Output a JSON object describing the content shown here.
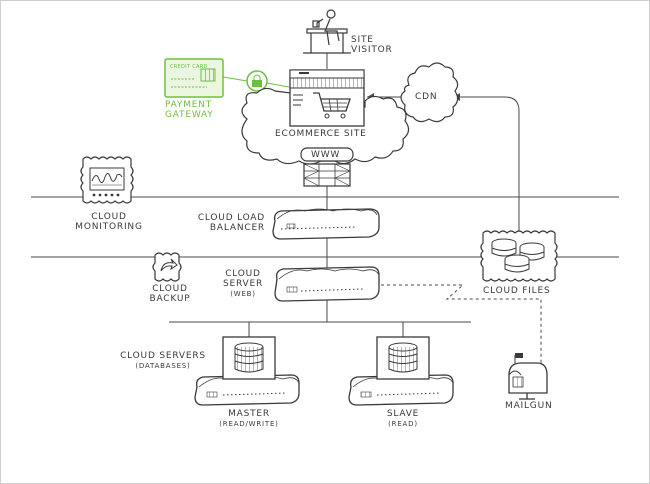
{
  "labels": {
    "site_visitor": [
      "SITE",
      "VISITOR"
    ],
    "payment_gateway": [
      "PAYMENT",
      "GATEWAY"
    ],
    "credit_card": "CREDIT CARD",
    "cdn": "CDN",
    "ecommerce_site": "ECOMMERCE SITE",
    "www": "WWW",
    "cloud_monitoring": [
      "CLOUD",
      "MONITORING"
    ],
    "cloud_load_balancer": [
      "CLOUD LOAD",
      "BALANCER"
    ],
    "cloud_backup": [
      "CLOUD",
      "BACKUP"
    ],
    "cloud_server": [
      "CLOUD",
      "SERVER",
      "(WEB)"
    ],
    "cloud_files": "CLOUD FILES",
    "cloud_servers": [
      "CLOUD SERVERS",
      "(DATABASES)"
    ],
    "master": [
      "MASTER",
      "(READ/WRITE)"
    ],
    "slave": [
      "SLAVE",
      "(READ)"
    ],
    "mailgun": "MAILGUN"
  },
  "colors": {
    "line": "#4a4a4a",
    "accent_green": "#6fbf3f"
  },
  "icons": [
    "site-visitor-icon",
    "credit-card-icon",
    "lock-icon",
    "storefront-icon",
    "cdn-cloud-icon",
    "ecommerce-cloud-icon",
    "firewall-icon",
    "monitoring-icon",
    "load-balancer-icon",
    "backup-icon",
    "web-server-icon",
    "cloud-files-icon",
    "master-db-icon",
    "slave-db-icon",
    "mailgun-icon"
  ]
}
